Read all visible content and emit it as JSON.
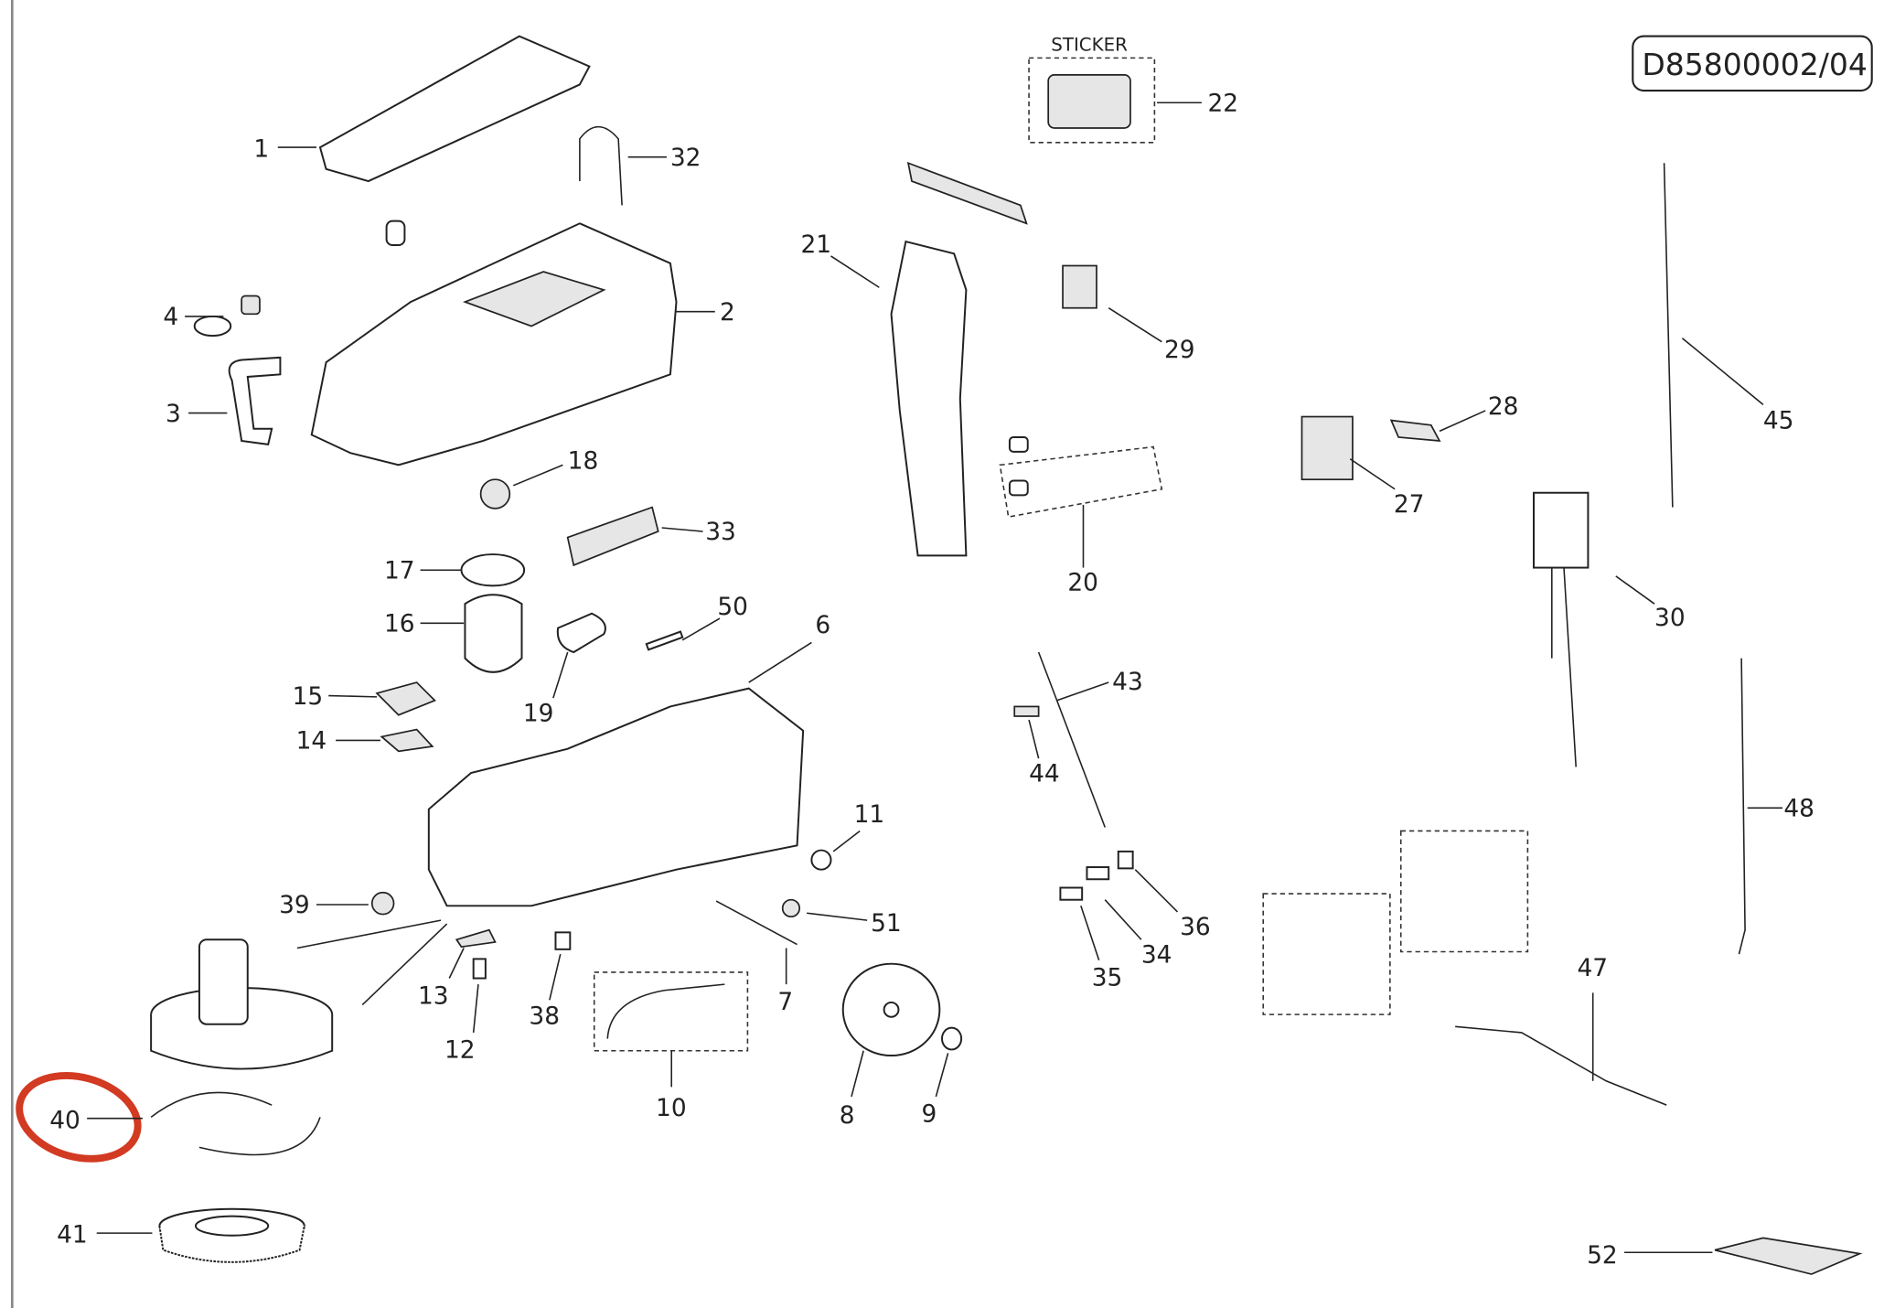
{
  "document_code": "D85800002/04",
  "sticker_label": "STICKER",
  "highlight": {
    "part": "40",
    "color": "#d23a22"
  },
  "part_numbers": [
    "1",
    "2",
    "3",
    "4",
    "6",
    "7",
    "8",
    "9",
    "10",
    "11",
    "12",
    "13",
    "14",
    "15",
    "16",
    "17",
    "18",
    "19",
    "20",
    "21",
    "22",
    "27",
    "28",
    "29",
    "30",
    "32",
    "33",
    "34",
    "35",
    "36",
    "38",
    "39",
    "40",
    "41",
    "43",
    "44",
    "45",
    "47",
    "48",
    "50",
    "51",
    "52"
  ]
}
